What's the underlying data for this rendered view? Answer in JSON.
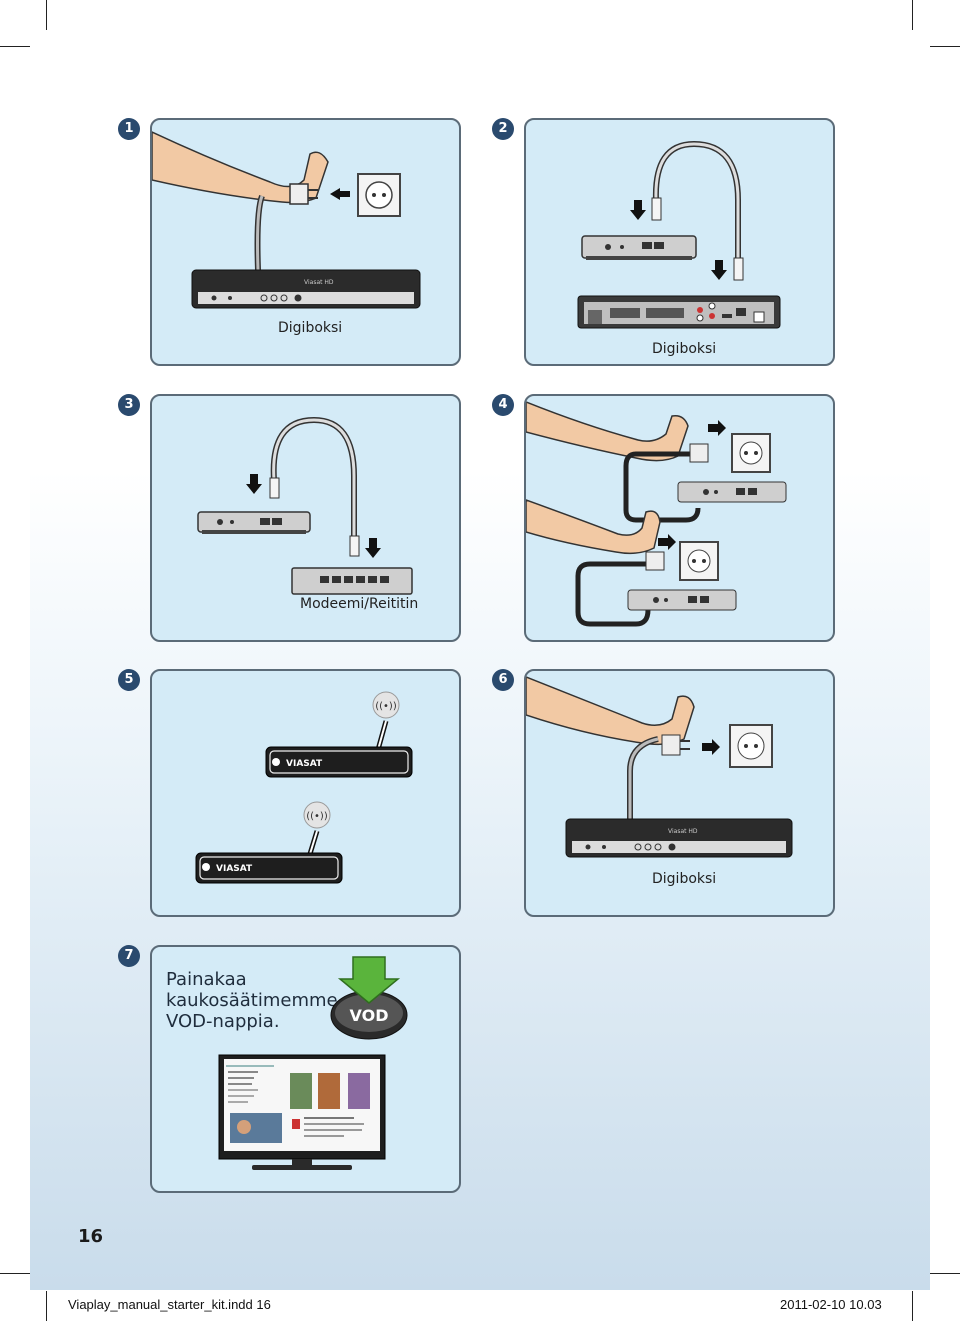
{
  "steps": [
    {
      "number": "1",
      "caption": "Digiboksi"
    },
    {
      "number": "2",
      "caption": "Digiboksi"
    },
    {
      "number": "3",
      "caption": "Modeemi/Reititin"
    },
    {
      "number": "4",
      "caption": ""
    },
    {
      "number": "5",
      "caption": ""
    },
    {
      "number": "6",
      "caption": "Digiboksi"
    },
    {
      "number": "7",
      "caption": "Painakaa\nkaukosäätimemme\nVOD-nappia."
    }
  ],
  "device_labels": {
    "viasat_hd": "Viasat HD",
    "viasat_logo": "VIASAT",
    "vod_button": "VOD"
  },
  "page_number": "16",
  "footer": {
    "file": "Viaplay_manual_starter_kit.indd   16",
    "date": "2011-02-10   10.03"
  },
  "colors": {
    "panel_bg": "#d4ebf7",
    "panel_border": "#5b6b78",
    "step_badge": "#2a4a6e",
    "vod_arrow": "#5ab43c"
  }
}
